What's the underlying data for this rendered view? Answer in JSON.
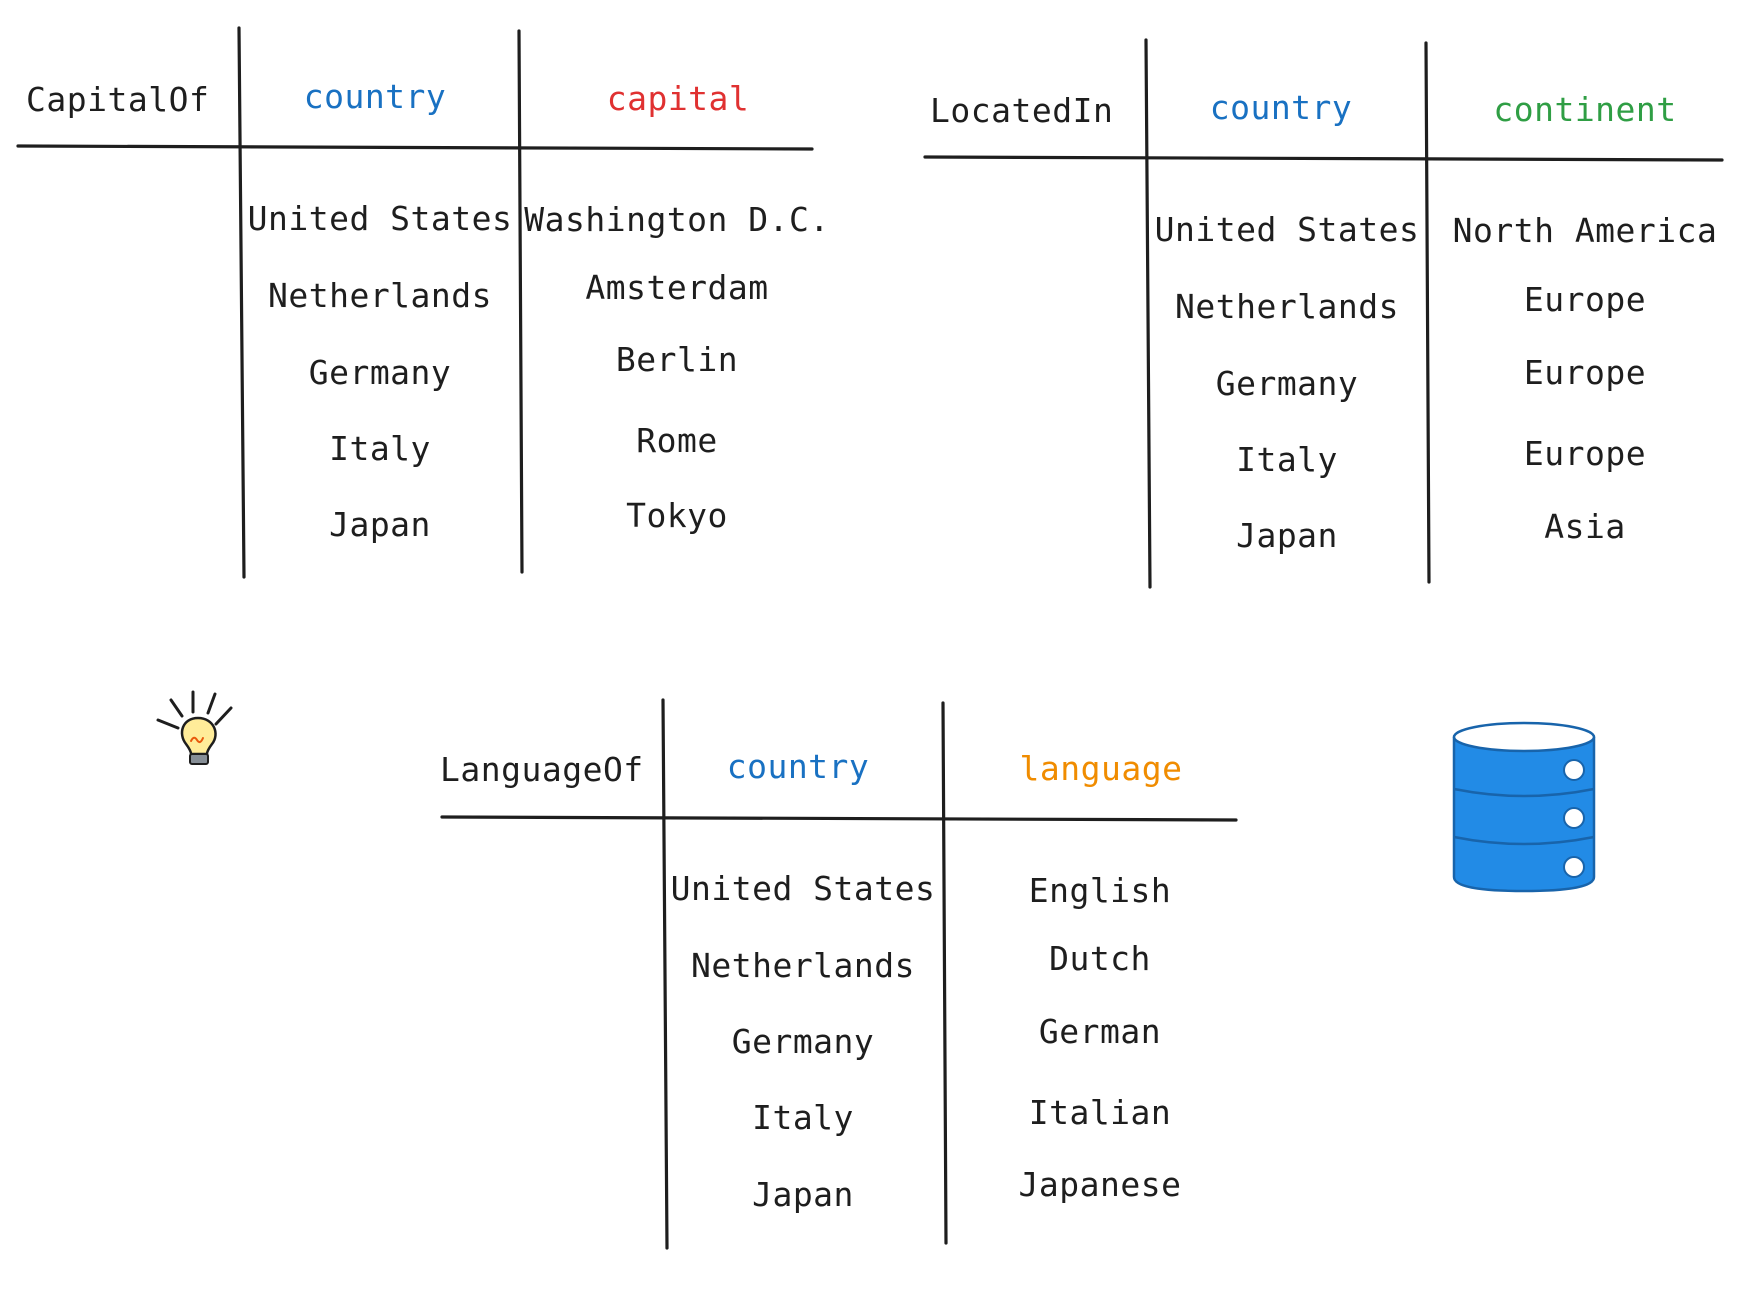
{
  "colors": {
    "ink": "#1e1e1e",
    "country": "#1971c2",
    "capital": "#e03131",
    "continent": "#2f9e44",
    "language": "#f08c00",
    "database": "#228be6",
    "bulb": "#ffec99"
  },
  "tables": {
    "capital_of": {
      "name": "CapitalOf",
      "col1": "country",
      "col2": "capital",
      "rows": [
        {
          "country": "United States",
          "value": "Washington D.C."
        },
        {
          "country": "Netherlands",
          "value": "Amsterdam"
        },
        {
          "country": "Germany",
          "value": "Berlin"
        },
        {
          "country": "Italy",
          "value": "Rome"
        },
        {
          "country": "Japan",
          "value": "Tokyo"
        }
      ]
    },
    "located_in": {
      "name": "LocatedIn",
      "col1": "country",
      "col2": "continent",
      "rows": [
        {
          "country": "United States",
          "value": "North America"
        },
        {
          "country": "Netherlands",
          "value": "Europe"
        },
        {
          "country": "Germany",
          "value": "Europe"
        },
        {
          "country": "Italy",
          "value": "Europe"
        },
        {
          "country": "Japan",
          "value": "Asia"
        }
      ]
    },
    "language_of": {
      "name": "LanguageOf",
      "col1": "country",
      "col2": "language",
      "rows": [
        {
          "country": "United States",
          "value": "English"
        },
        {
          "country": "Netherlands",
          "value": "Dutch"
        },
        {
          "country": "Germany",
          "value": "German"
        },
        {
          "country": "Italy",
          "value": "Italian"
        },
        {
          "country": "Japan",
          "value": "Japanese"
        }
      ]
    }
  },
  "icons": {
    "idea": "lightbulb-icon",
    "storage": "database-icon"
  }
}
